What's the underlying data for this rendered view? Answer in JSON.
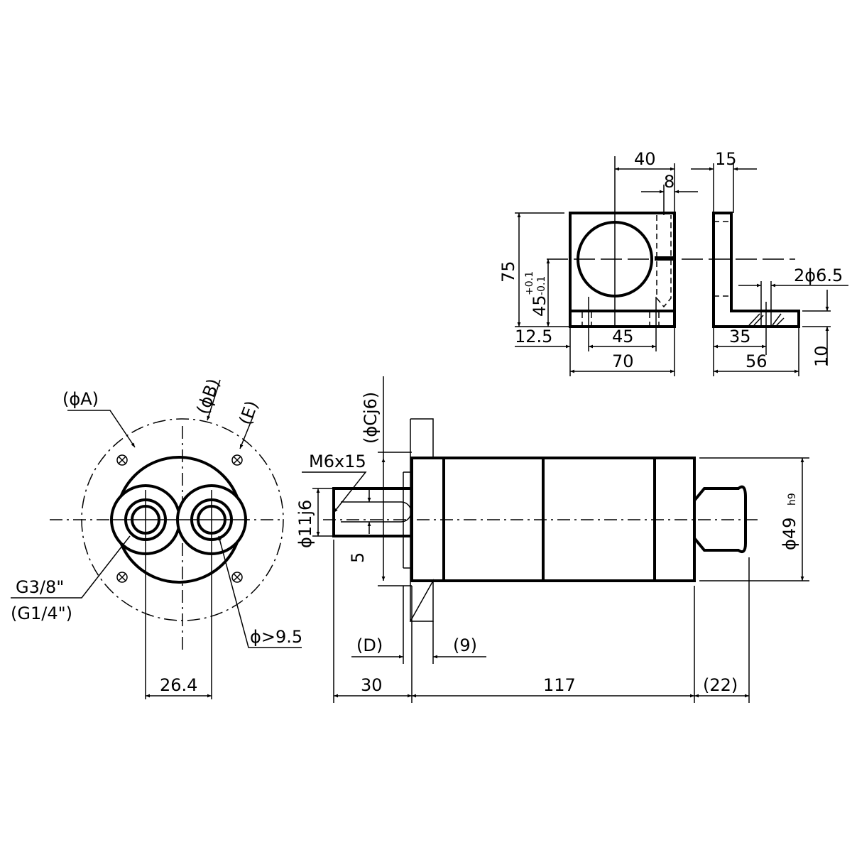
{
  "colors": {
    "line": "#000000",
    "background": "#ffffff"
  },
  "front_view": {
    "dia_a": "(ϕA)",
    "dia_b": "(ϕB)",
    "e": "(E)",
    "port_thread": "G3/8\"",
    "port_thread_alt": "(G1/4\")",
    "port_dia": "ϕ>9.5",
    "port_spacing": "26.4"
  },
  "side_view": {
    "dia_c": "(ϕCj6)",
    "thread": "M6x15",
    "shaft_dia": "ϕ11j6",
    "key_width": "5",
    "body_dia": "ϕ49",
    "body_tol": "h9",
    "d": "(D)",
    "nine": "(9)",
    "shaft_len": "30",
    "body_len": "117",
    "fitting_len": "(22)"
  },
  "bracket": {
    "w40": "40",
    "w8": "8",
    "w15": "15",
    "h75": "75",
    "h45": "45",
    "h45_tol_upper": "+0.1",
    "h45_tol_lower": "-0.1",
    "holes": "2ϕ6.5",
    "off125": "12.5",
    "hole_spacing": "45",
    "w70": "70",
    "d35": "35",
    "d56": "56",
    "t10": "10"
  }
}
